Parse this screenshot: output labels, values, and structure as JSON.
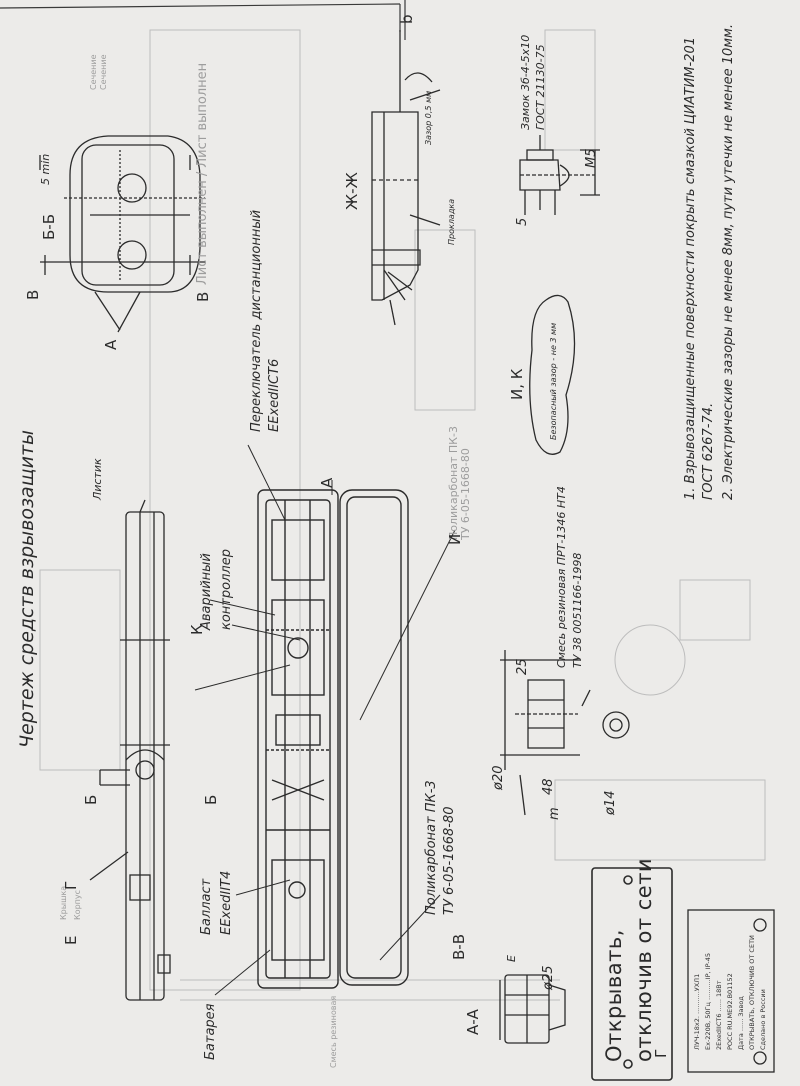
{
  "title": "Чертеж средств взрывозащиты",
  "section_labels": {
    "bb": "Б-Б",
    "zhzh": "Ж-Ж",
    "ik": "И, К",
    "vv": "В-В",
    "aa": "А-А",
    "b_top": "Б",
    "b_bottom": "Б",
    "v_top": "В",
    "v_bottom": "В",
    "a_mark": "А",
    "i_mark": "И",
    "k_mark": "К",
    "g_mark": "Г",
    "g_bottom": "Г",
    "e_mark": "Е",
    "e_small": "Е",
    "b_small": "b"
  },
  "callouts": {
    "listik": "Листик",
    "avariyny": "Аварийный",
    "kontroller": "контроллер",
    "pereklyuchatel": "Переключатель дистанционный",
    "pereklyuchatel_mark": "EExedIICT6",
    "ballast": "Балласт",
    "ballast_mark": "EExedIIT4",
    "battery": "Батарея",
    "polycarbonate": "Поликарбонат ПК-3",
    "polycarbonate_tu": "ТУ 6-05-1668-80",
    "rubber": "Смесь резиновая ПРТ-1346 НТ4",
    "rubber_tu": "ТУ 38 0051166-1998",
    "fastener": "Замок 3б-4-5х10",
    "fastener_gost": "ГОСТ 21130-75",
    "tip": "5 min",
    "gasket": "Прокладка",
    "zazor_bz": "Зазор 0,5 мм",
    "zazor_ik": "Безопасный зазор - не 3 мм",
    "ghost_pk3": "Поликарбонат ПК-3",
    "ghost_tu": "ТУ 6-05-1668-80",
    "ghost_top_a": "Сечение",
    "ghost_top_b": "Сечение",
    "ghost_label": "Лист выполнен / Лист выполнен",
    "ghost_left_a": "Крышка",
    "ghost_left_b": "Корпус",
    "ghost_left_c": "Смесь резиновая"
  },
  "dimensions": {
    "d20": "ø20",
    "d14": "ø14",
    "d25": "ø25",
    "l25": "25",
    "l48": "48",
    "m": "m",
    "m5": "M5",
    "s5": "5"
  },
  "notes": [
    "1. Взрывозащищенные поверхности покрыть смазкой ЦИАТИМ-201",
    "ГОСТ 6267-74.",
    "2. Электрические зазоры не менее 8мм, пути утечки не менее 10мм."
  ],
  "warning_sign": {
    "line1": "Открывать,",
    "line2": "отключив от сети"
  },
  "nameplate": {
    "lines": [
      "ЛУЧ-18х2. ...........УХЛ1",
      "Ex-220В, 50Гц ..........IP, IP-45",
      "2ExedIIСТ6 ...... 18Вт",
      "РОСС RU.МЕ92.В01152",
      "Дата ...... Завод",
      "ОТКРЫВАТЬ, ОТКЛЮЧИВ ОТ СЕТИ",
      "Сделано в России"
    ]
  },
  "colors": {
    "paper": "#ecebe9",
    "ink": "#2b2b2b",
    "ghost": "#9d9d9d"
  }
}
